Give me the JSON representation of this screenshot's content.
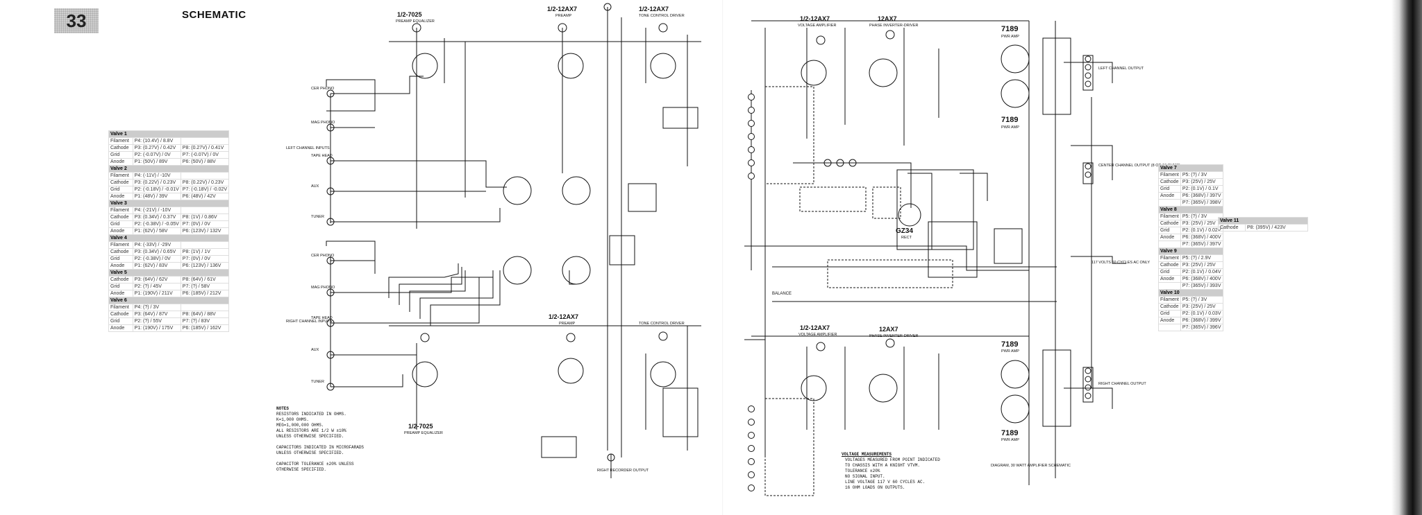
{
  "header": {
    "page_number": "33",
    "title": "SCHEMATIC"
  },
  "left_table": [
    {
      "name": "Valve 1",
      "rows": [
        [
          "Filament",
          "P4: (10.4V) / 8.8V",
          ""
        ],
        [
          "Cathode",
          "P3: (0.27V) / 0.42V",
          "P8: (0.27V) / 0.41V"
        ],
        [
          "Grid",
          "P2: (-0.07V) / 0V",
          "P7: (-0.07V) / 0V"
        ],
        [
          "Anode",
          "P1: (50V) / 89V",
          "P6: (50V) / 88V"
        ]
      ]
    },
    {
      "name": "Valve 2",
      "rows": [
        [
          "Filament",
          "P4: (-11V) / -10V",
          ""
        ],
        [
          "Cathode",
          "P3: (0.22V) / 0.23V",
          "P8: (0.22V) / 0.23V"
        ],
        [
          "Grid",
          "P2: (-0.18V) / -0.01V",
          "P7: (-0.18V) / -0.02V"
        ],
        [
          "Anode",
          "P1: (48V) / 39V",
          "P6: (48V) / 42V"
        ]
      ]
    },
    {
      "name": "Valve 3",
      "rows": [
        [
          "Filament",
          "P4: (-21V) / -10V",
          ""
        ],
        [
          "Cathode",
          "P3: (0.34V) / 0.37V",
          "P8: (1V) / 0.86V"
        ],
        [
          "Grid",
          "P2: (-0.38V) / -0.05V",
          "P7: (0V) / 0V"
        ],
        [
          "Anode",
          "P1: (62V) / 58V",
          "P6: (123V) / 132V"
        ]
      ]
    },
    {
      "name": "Valve 4",
      "rows": [
        [
          "Filament",
          "P4: (-33V) / -29V",
          ""
        ],
        [
          "Cathode",
          "P3: (0.34V) / 0.65V",
          "P8: (1V) / 1V"
        ],
        [
          "Grid",
          "P2: (-0.38V) / 0V",
          "P7: (0V) / 0V"
        ],
        [
          "Anode",
          "P1: (62V) / 83V",
          "P6: (123V) / 136V"
        ]
      ]
    },
    {
      "name": "Valve 5",
      "rows": [
        [
          "Cathode",
          "P3: (64V) / 62V",
          "P8: (64V) / 61V"
        ],
        [
          "Grid",
          "P2: (?) / 45V",
          "P7: (?) / 58V"
        ],
        [
          "Anode",
          "P1: (190V) / 211V",
          "P6: (185V) / 212V"
        ]
      ]
    },
    {
      "name": "Valve 6",
      "rows": [
        [
          "Filament",
          "P4: (?) / 3V",
          ""
        ],
        [
          "Cathode",
          "P3: (64V) / 87V",
          "P8: (64V) / 88V"
        ],
        [
          "Grid",
          "P2: (?) / 55V",
          "P7: (?) / 83V"
        ],
        [
          "Anode",
          "P1: (190V) / 175V",
          "P6: (185V) / 162V"
        ]
      ]
    }
  ],
  "right_table": [
    {
      "name": "Valve 7",
      "rows": [
        [
          "Filament",
          "P5: (?) / 3V"
        ],
        [
          "Cathode",
          "P3: (25V) / 25V"
        ],
        [
          "Grid",
          "P2: (0.1V) / 0.1V"
        ],
        [
          "Anode",
          "P6: (368V) / 397V"
        ],
        [
          "",
          "P7: (365V) / 398V"
        ]
      ]
    },
    {
      "name": "Valve 8",
      "rows": [
        [
          "Filament",
          "P5: (?) / 3V"
        ],
        [
          "Cathode",
          "P3: (25V) / 25V"
        ],
        [
          "Grid",
          "P2: (0.1V) / 0.02V"
        ],
        [
          "Anode",
          "P6: (368V) / 400V"
        ],
        [
          "",
          "P7: (365V) / 397V"
        ]
      ]
    },
    {
      "name": "Valve 9",
      "rows": [
        [
          "Filament",
          "P5: (?) / 2.9V"
        ],
        [
          "Cathode",
          "P3: (25V) / 25V"
        ],
        [
          "Grid",
          "P2: (0.1V) / 0.04V"
        ],
        [
          "Anode",
          "P6: (368V) / 400V"
        ],
        [
          "",
          "P7: (365V) / 393V"
        ]
      ]
    },
    {
      "name": "Valve 10",
      "rows": [
        [
          "Filament",
          "P5: (?) / 3V"
        ],
        [
          "Cathode",
          "P3: (25V) / 25V"
        ],
        [
          "Grid",
          "P2: (0.1V) / 0.03V"
        ],
        [
          "Anode",
          "P6: (368V) / 399V"
        ],
        [
          "",
          "P7: (365V) / 396V"
        ]
      ]
    }
  ],
  "valve11": {
    "name": "Valve 11",
    "row": [
      "Cathode",
      "P8: (395V) / 423V"
    ]
  },
  "schematic_labels": {
    "v1a_title": "1/2-7025",
    "v1a_sub": "PREAMP EQUALIZER",
    "v2a_title": "1/2-12AX7",
    "v2a_sub": "PREAMP",
    "v3_title": "1/2-12AX7",
    "v3_sub": "TONE CONTROL DRIVER",
    "v2b_title": "1/2-12AX7",
    "v2b_sub": "PREAMP",
    "v1b_title": "1/2-7025",
    "v1b_sub": "PREAMP EQUALIZER",
    "v4a_sub": "TONE CONTROL DRIVER",
    "left_inputs": "LEFT CHANNEL INPUTS",
    "right_inputs": "RIGHT CHANNEL INPUTS",
    "inputs": [
      "CER PHONO",
      "MAG PHONO",
      "TAPE HEAD",
      "AUX",
      "TUNER"
    ],
    "recorder_output": "RIGHT RECORDER OUTPUT",
    "v5_title": "1/2-12AX7",
    "v5_sub": "VOLTAGE AMPLIFIER",
    "v5b_title": "12AX7",
    "v5b_sub": "PHASE INVERTER-DRIVER",
    "v7_title": "7189",
    "v7_sub": "PWR AMP",
    "v8_title": "7189",
    "v8_sub": "PWR AMP",
    "v4b_title": "1/2-12AX7",
    "v4b_sub": "VOLTAGE AMPLIFIER",
    "v6_title": "12AX7",
    "v6_sub": "PHASE INVERTER-DRIVER",
    "v9_title": "7189",
    "v9_sub": "PWR AMP",
    "v10_title": "7189",
    "v10_sub": "PWR AMP",
    "rect": "GZ34",
    "rect_sub": "RECT",
    "left_out": "LEFT CHANNEL OUTPUT",
    "center_out": "CENTER CHANNEL OUTPUT (8 OR 16 OHMS)",
    "right_out": "RIGHT CHANNEL OUTPUT",
    "ac": "117 VOLTS 60 CYCLES AC ONLY",
    "balance": "BALANCE",
    "diagram_caption": "DIAGRAM, 30 WATT AMPLIFIER SCHEMATIC"
  },
  "notes": {
    "title": "NOTES",
    "lines": [
      "RESISTORS INDICATED IN OHMS.",
      "K=1,000 OHMS.",
      "MEG=1,000,000 OHMS.",
      "ALL RESISTORS ARE 1/2 W ±10%",
      "UNLESS OTHERWISE SPECIFIED.",
      "",
      "CAPACITORS INDICATED IN MICROFARADS",
      "UNLESS OTHERWISE SPECIFIED.",
      "",
      "CAPACITOR TOLERANCE ±20% UNLESS",
      "OTHERWISE SPECIFIED."
    ]
  },
  "voltage_notes": {
    "title": "VOLTAGE MEASUREMENTS",
    "lines": [
      "VOLTAGES MEASURED FROM POINT INDICATED",
      "TO CHASSIS WITH A KNIGHT VTVM.",
      "TOLERANCE ±20%",
      "NO SIGNAL INPUT.",
      "LINE VOLTAGE 117 V 60 CYCLES AC.",
      "16 OHM LOADS ON OUTPUTS."
    ]
  }
}
